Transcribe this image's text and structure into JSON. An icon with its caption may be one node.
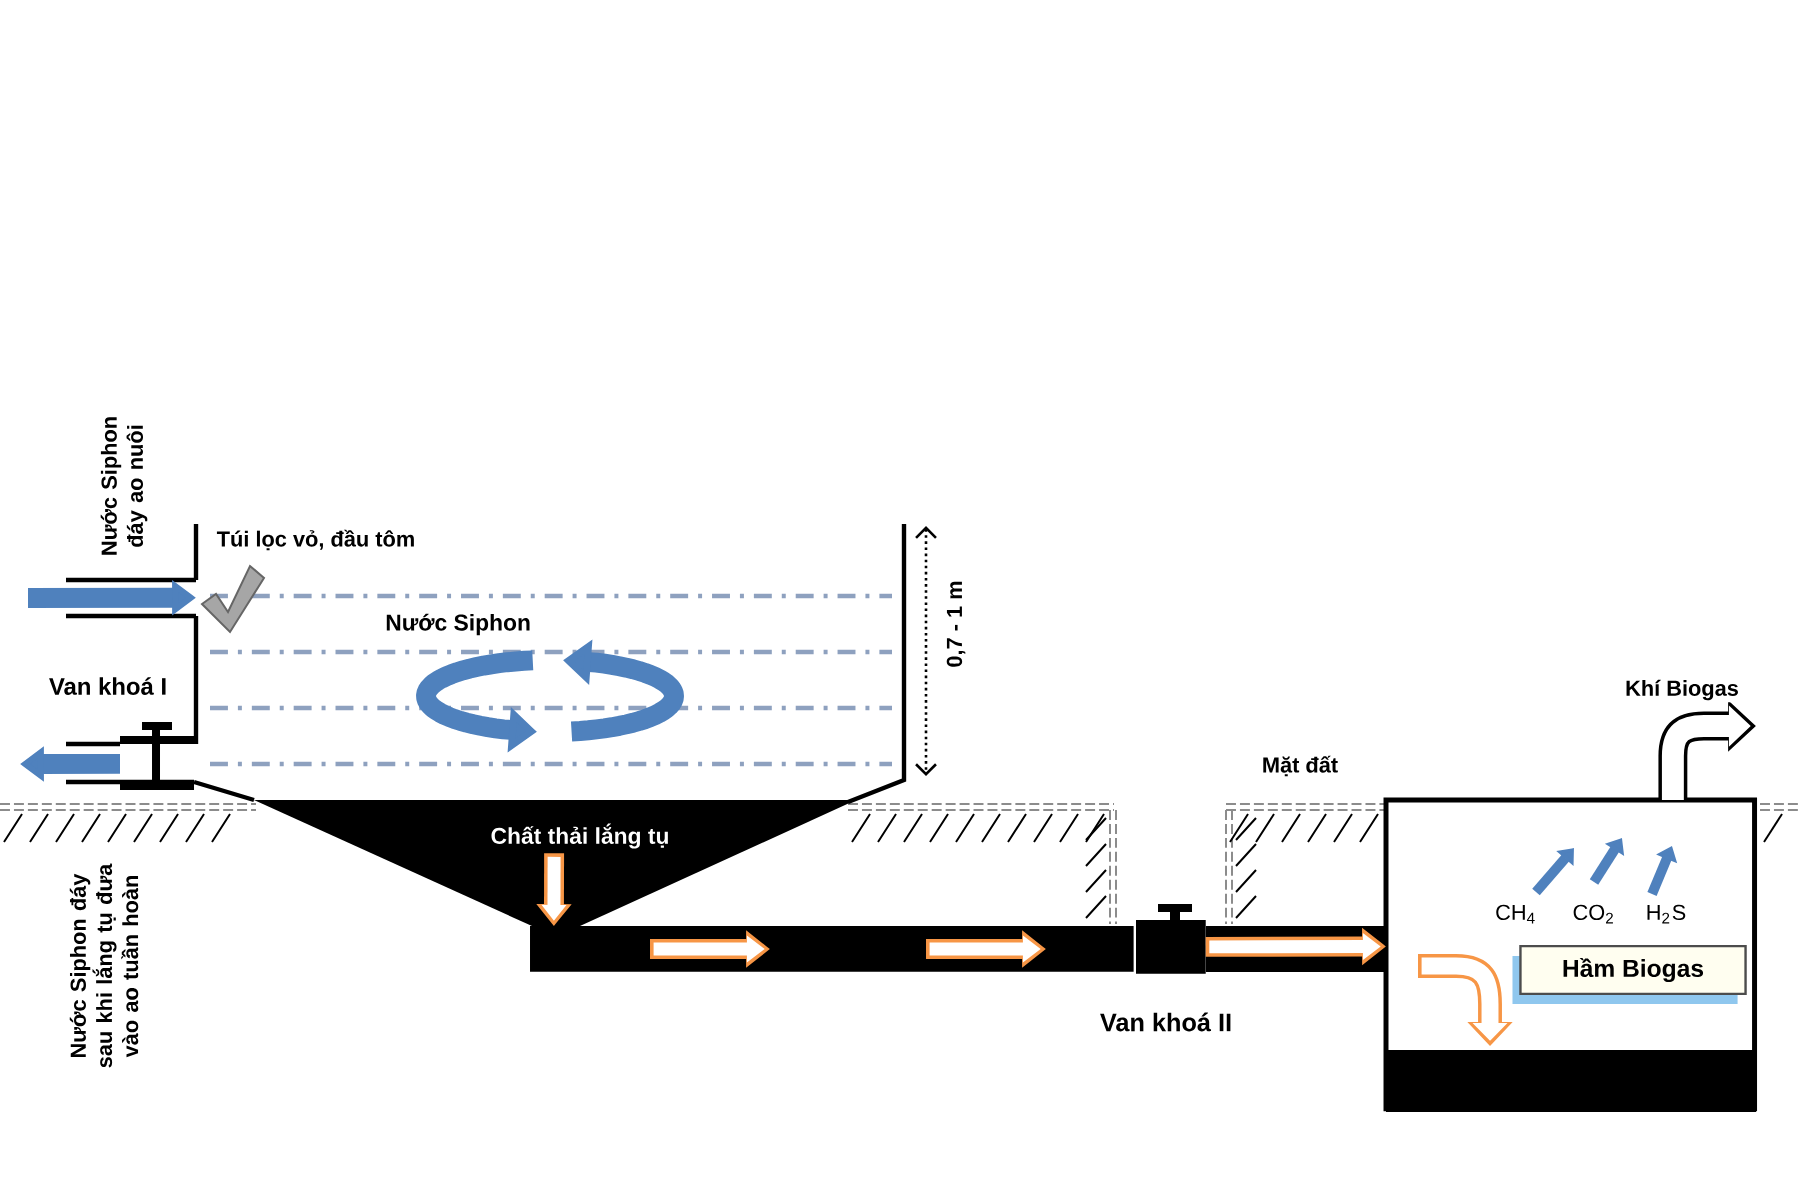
{
  "diagram": {
    "nodes": [
      {
        "text": [
          "Nước Siphon"
        ]
      },
      {
        "text": [],
        "shape": "valve",
        "beside": [
          "Van khoá I"
        ]
      },
      {
        "text": [
          "Chất thải lắng tụ"
        ]
      },
      {
        "text": [],
        "shape": "bar"
      },
      {
        "text": [],
        "shape": "valve",
        "beside": [
          "Van khoá II"
        ]
      },
      {
        "text": [],
        "shape": "box"
      },
      {
        "text": [
          "Hầm Biogas"
        ],
        "in": 5
      }
    ],
    "edges": [
      {
        "from": null,
        "to": 0,
        "arrow": "to",
        "color": "#4f81bd"
      },
      {
        "from": 1,
        "to": null,
        "arrow": "to",
        "color": "#4f81bd"
      },
      {
        "from": 2,
        "to": 3,
        "arrow": "to",
        "color": "#f79646"
      },
      {
        "from": 4,
        "to": 5,
        "arrow": "to",
        "color": "#f79646"
      },
      {
        "from": 5,
        "to": null,
        "arrow": "to",
        "label": "Khí Biogas",
        "color": "#ffffff"
      }
    ],
    "labels": [
      "Nước Siphon đáy ao nuôi",
      "Túi lọc vỏ, đầu tôm",
      "0,7 - 1 m",
      "Mặt đất",
      "CH$_{4}$",
      "CO$_{2}$",
      "H$_{2}$S",
      "Nước Siphon đáy sau khi lắng tụ đưa vào ao tuần hoàn"
    ]
  }
}
